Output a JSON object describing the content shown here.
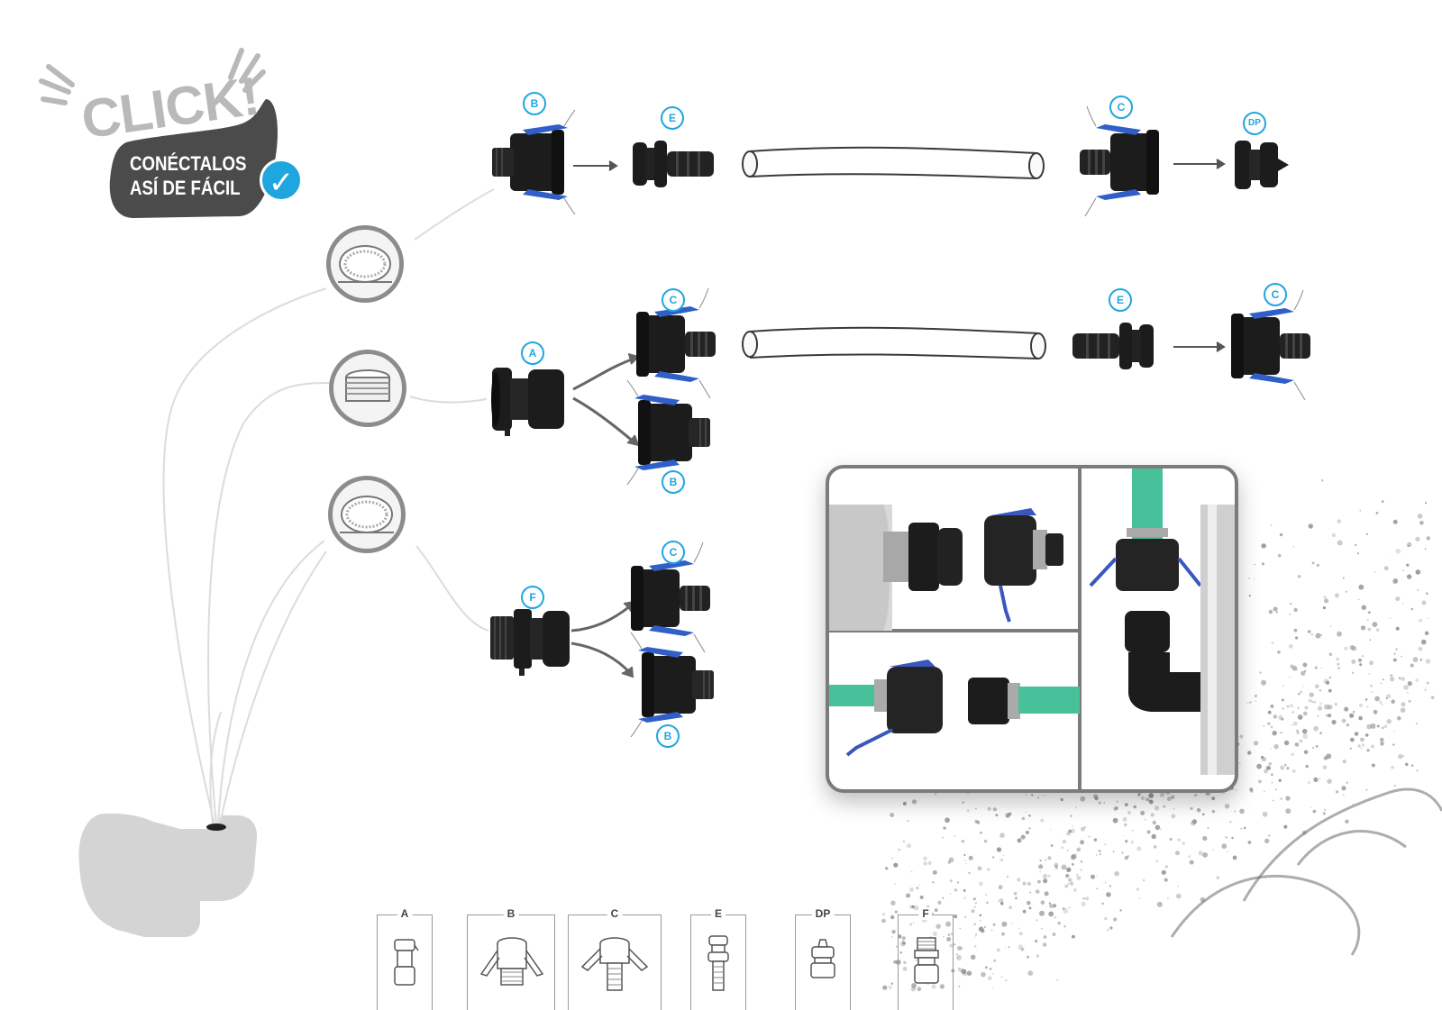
{
  "banner": {
    "headline": "CLICK!",
    "line1": "CONÉCTALOS",
    "line2": "ASÍ DE FÁCIL"
  },
  "row1": {
    "badges": [
      "B",
      "E",
      "C",
      "DP"
    ]
  },
  "row2": {
    "badges": [
      "A",
      "C",
      "B",
      "E",
      "C"
    ]
  },
  "row3": {
    "badges": [
      "F",
      "C",
      "B"
    ]
  },
  "legend": {
    "items": [
      "A",
      "B",
      "C",
      "E",
      "DP",
      "F"
    ]
  },
  "colors": {
    "accent": "#1fa6df",
    "bubble": "#4b4b4b",
    "part": "#1c1c1c",
    "clip": "#2f5fc7",
    "hose": "#48c09a",
    "mist": "#8a8a8a"
  }
}
